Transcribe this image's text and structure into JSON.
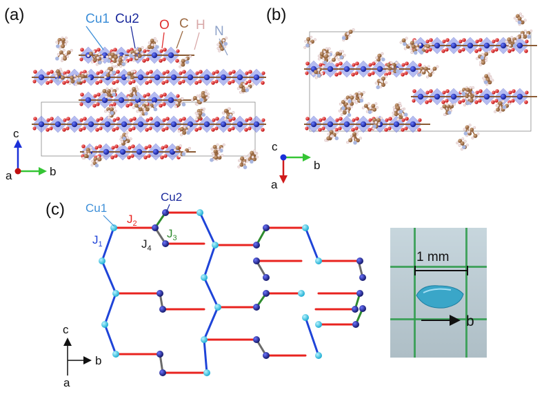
{
  "panels": {
    "a": {
      "label": "(a)"
    },
    "b": {
      "label": "(b)"
    },
    "c": {
      "label": "(c)"
    }
  },
  "atoms": {
    "cu1": "Cu1",
    "cu2": "Cu2",
    "o": "O",
    "c": "C",
    "h": "H",
    "n": "N"
  },
  "axes": {
    "a": {
      "up": "c",
      "right": "b",
      "out": "a"
    },
    "b": {
      "up": "c",
      "right": "b",
      "down": "a"
    },
    "c": {
      "up": "c",
      "right": "b",
      "down": "a"
    }
  },
  "lattice": {
    "cu1": "Cu1",
    "cu2": "Cu2",
    "j1": "J",
    "j1_sub": "1",
    "j2": "J",
    "j2_sub": "2",
    "j3": "J",
    "j3_sub": "3",
    "j4": "J",
    "j4_sub": "4"
  },
  "photo": {
    "scale": "1 mm",
    "direction": "b"
  },
  "colors": {
    "cu1": "#3d8fd8",
    "cu2": "#1b2a9c",
    "o": "#e03030",
    "c": "#9c6a43",
    "h": "#d8a8a8",
    "n": "#8fa3c9",
    "j1": "#1f44d8",
    "j2": "#e8231f",
    "j3": "#2e8b2e",
    "j4": "#6b6b6b",
    "node_cyan": "#2fc4e0",
    "node_navy": "#1b1f8a"
  }
}
